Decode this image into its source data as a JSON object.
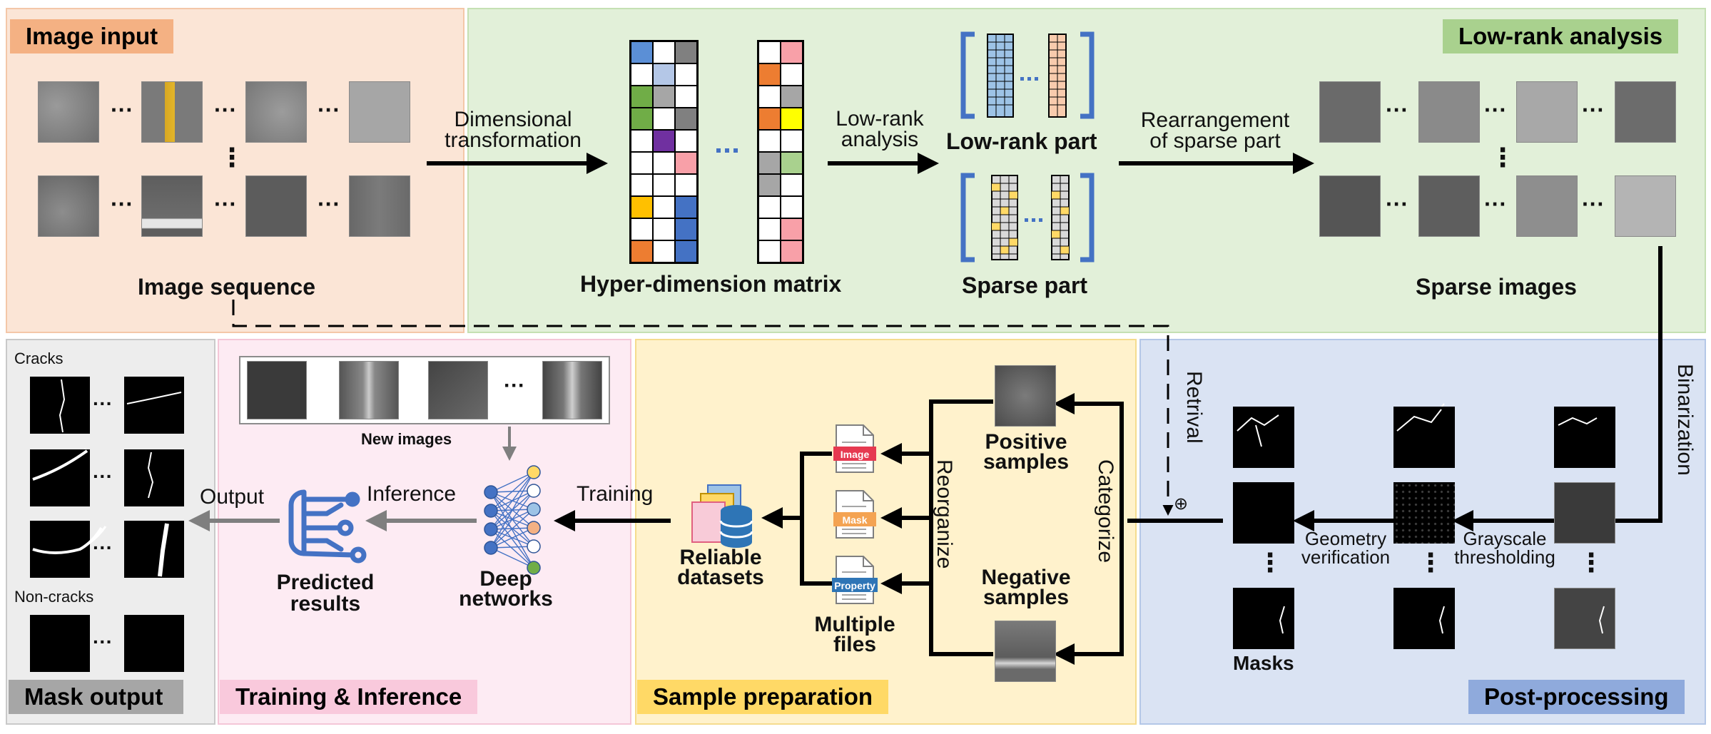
{
  "sections": {
    "image_input": "Image input",
    "low_rank_analysis": "Low-rank analysis",
    "post_processing": "Post-processing",
    "sample_preparation": "Sample preparation",
    "training_inference": "Training & Inference",
    "mask_output": "Mask output"
  },
  "labels": {
    "image_sequence": "Image sequence",
    "dimensional_transformation_1": "Dimensional",
    "dimensional_transformation_2": "transformation",
    "hyper_dimension_matrix": "Hyper-dimension matrix",
    "low_rank_analysis_arrow_1": "Low-rank",
    "low_rank_analysis_arrow_2": "analysis",
    "low_rank_part": "Low-rank part",
    "sparse_part": "Sparse part",
    "rearrangement_1": "Rearrangement",
    "rearrangement_2": "of sparse part",
    "sparse_images": "Sparse images",
    "binarization": "Binarization",
    "retrival": "Retrival",
    "grayscale_1": "Grayscale",
    "grayscale_2": "thresholding",
    "geometry_1": "Geometry",
    "geometry_2": "verification",
    "masks": "Masks",
    "categorize": "Categorize",
    "reorganize": "Reorganize",
    "positive_1": "Positive",
    "positive_2": "samples",
    "negative_1": "Negative",
    "negative_2": "samples",
    "multiple_1": "Multiple",
    "multiple_2": "files",
    "file_image": "Image",
    "file_mask": "Mask",
    "file_property": "Property",
    "reliable_1": "Reliable",
    "reliable_2": "datasets",
    "training": "Training",
    "deep_1": "Deep",
    "deep_2": "networks",
    "inference": "Inference",
    "new_images": "New images",
    "predicted_1": "Predicted",
    "predicted_2": "results",
    "output": "Output",
    "cracks": "Cracks",
    "non_cracks": "Non-cracks",
    "dots": "···",
    "vdots": "⋮",
    "oplus": "⊕"
  },
  "colors": {
    "image_input_bg": "#fbe5d6",
    "image_input_tag": "#f4b183",
    "low_rank_bg": "#e2f0d9",
    "low_rank_tag": "#a9d18e",
    "post_bg": "#dae3f3",
    "post_tag": "#8faadc",
    "sample_bg": "#fff2cc",
    "sample_tag": "#ffd966",
    "train_bg": "#fdebf3",
    "train_tag": "#f9c9dc",
    "mask_bg": "#ededed",
    "mask_tag": "#a6a6a6",
    "matrix_blue": "#5b8fd6",
    "matrix_green": "#70ad47",
    "matrix_orange": "#ed7d31",
    "matrix_purple": "#7030a0",
    "matrix_yellow": "#ffc000",
    "matrix_pink": "#f8a0a8",
    "bracket_blue": "#4472c4"
  }
}
